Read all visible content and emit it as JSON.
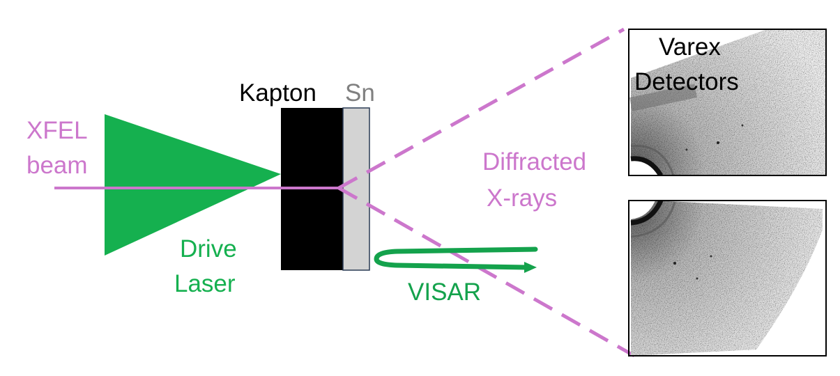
{
  "colors": {
    "xfel": "#cc77cc",
    "laser": "#15b04f",
    "visar": "#14a24c",
    "kapton": "#000000",
    "sn_fill": "#d3d3d3",
    "sn_stroke": "#2a3b55",
    "detector_frame": "#000000",
    "text_black": "#000000",
    "text_grey": "#808080"
  },
  "labels": {
    "xfel_line1": "XFEL",
    "xfel_line2": "beam",
    "drive_line1": "Drive",
    "drive_line2": "Laser",
    "kapton": "Kapton",
    "sn": "Sn",
    "diffracted_line1": "Diffracted",
    "diffracted_line2": "X-rays",
    "visar": "VISAR",
    "detectors_line1": "Varex",
    "detectors_line2": "Detectors"
  }
}
